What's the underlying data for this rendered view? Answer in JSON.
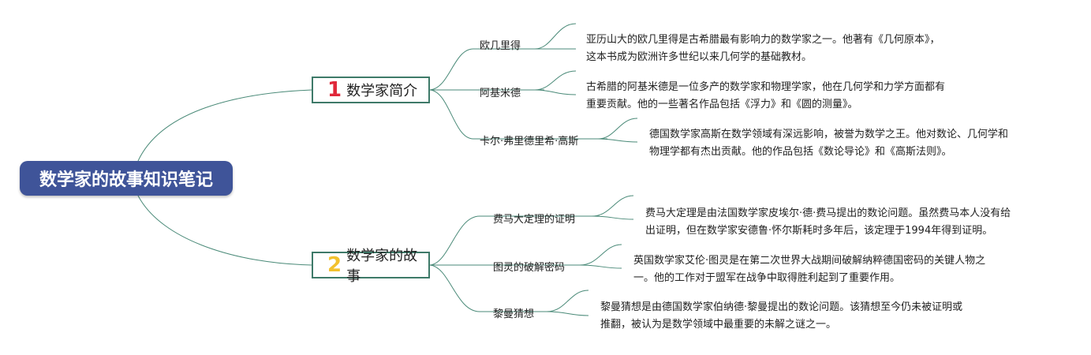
{
  "root": {
    "title": "数学家的故事知识笔记"
  },
  "branches": [
    {
      "number": "1",
      "number_color": "#e0283a",
      "label": "数学家简介",
      "children": [
        {
          "label": "欧几里得",
          "desc_lines": [
            "亚历山大的欧几里得是古希腊最有影响力的数学家之一。他著有《几何原本》，",
            "这本书成为欧洲许多世纪以来几何学的基础教材。"
          ]
        },
        {
          "label": "阿基米德",
          "desc_lines": [
            "古希腊的阿基米德是一位多产的数学家和物理学家，他在几何学和力学方面都有",
            "重要贡献。他的一些著名作品包括《浮力》和《圆的测量》。"
          ]
        },
        {
          "label": "卡尔·弗里德里希·高斯",
          "desc_lines": [
            "德国数学家高斯在数学领域有深远影响，被誉为数学之王。他对数论、几何学和",
            "物理学都有杰出贡献。他的作品包括《数论导论》和《高斯法则》。"
          ]
        }
      ]
    },
    {
      "number": "2",
      "number_color": "#f2c12e",
      "label": "数学家的故事",
      "children": [
        {
          "label": "费马大定理的证明",
          "desc_lines": [
            "费马大定理是由法国数学家皮埃尔·德·费马提出的数论问题。虽然费马本人没有给",
            "出证明，但在数学家安德鲁·怀尔斯耗时多年后，该定理于1994年得到证明。"
          ]
        },
        {
          "label": "图灵的破解密码",
          "desc_lines": [
            "英国数学家艾伦·图灵是在第二次世界大战期间破解纳粹德国密码的关键人物之",
            "一。他的工作对于盟军在战争中取得胜利起到了重要作用。"
          ]
        },
        {
          "label": "黎曼猜想",
          "desc_lines": [
            "黎曼猜想是由德国数学家伯纳德·黎曼提出的数论问题。该猜想至今仍未被证明或",
            "推翻，被认为是数学领域中最重要的未解之谜之一。"
          ]
        }
      ]
    }
  ]
}
